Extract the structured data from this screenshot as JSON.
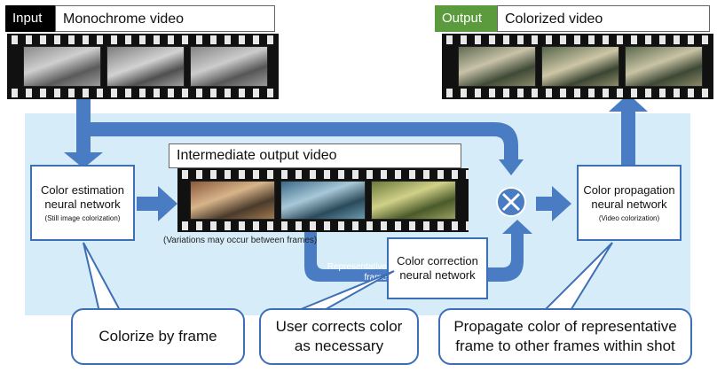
{
  "input": {
    "tag": "Input",
    "label": "Monochrome video"
  },
  "output": {
    "tag": "Output",
    "label": "Colorized video"
  },
  "intermediate": {
    "label": "Intermediate output video",
    "note": "(Variations may occur between frames)"
  },
  "estimation": {
    "line1": "Color estimation",
    "line2": "neural network",
    "sub": "(Still image colorization)"
  },
  "propagation": {
    "line1": "Color propagation",
    "line2": "neural network",
    "sub": "(Video colorization)"
  },
  "correction": {
    "line1": "Color correction",
    "line2": "neural network"
  },
  "representative": {
    "line1": "Representative",
    "line2": "frame"
  },
  "callouts": {
    "colorize": "Colorize by frame",
    "user_line1": "User corrects color",
    "user_line2": "as necessary",
    "prop_line1": "Propagate color of representative",
    "prop_line2": "frame to other frames within shot"
  },
  "colors": {
    "accent": "#4a7cc4",
    "input_tag": "#000000",
    "output_tag": "#5b9b3d",
    "panel": "#d6ecf8"
  }
}
